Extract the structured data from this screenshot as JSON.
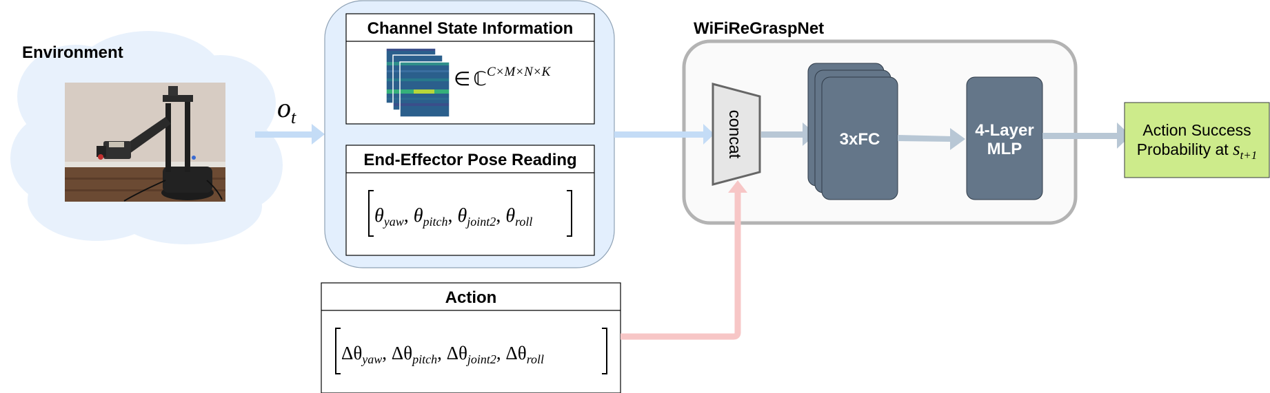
{
  "environment": {
    "label": "Environment"
  },
  "observation": {
    "symbol": "o",
    "subscript": "t"
  },
  "csi": {
    "title": "Channel State Information",
    "formula_element_of": "∈",
    "formula_set": "ℂ",
    "formula_superscript": "C×M×N×K"
  },
  "pose": {
    "title": "End-Effector Pose Reading",
    "terms": [
      "θ",
      "yaw",
      "θ",
      "pitch",
      "θ",
      "joint2",
      "θ",
      "roll"
    ]
  },
  "action": {
    "title": "Action",
    "terms": [
      "Δθ",
      "yaw",
      "Δθ",
      "pitch",
      "Δθ",
      "joint2",
      "Δθ",
      "roll"
    ]
  },
  "network": {
    "title": "WiFiReGraspNet",
    "concat_label": "concat",
    "fc_label": "3xFC",
    "mlp_label_line1": "4-Layer",
    "mlp_label_line2": "MLP"
  },
  "output": {
    "line1": "Action Success",
    "line2_text": "Probability at ",
    "line2_symbol": "s",
    "line2_subscript": "t+1"
  },
  "colors": {
    "cloud_fill": "#e8f1fc",
    "input_panel_fill": "#e3effd",
    "input_panel_stroke": "#8fa2b5",
    "arrow_blue": "#c4dcf6",
    "arrow_gray": "#b8c7d5",
    "arrow_pink": "#f7c6c6",
    "network_stroke": "#b3b3b3",
    "network_fill": "#fafafa",
    "block_fill": "#647689",
    "block_stroke": "#2f3b48",
    "concat_fill": "#e6e6e6",
    "concat_stroke": "#666666",
    "output_fill": "#cdeb8b",
    "output_stroke": "#36393d"
  }
}
